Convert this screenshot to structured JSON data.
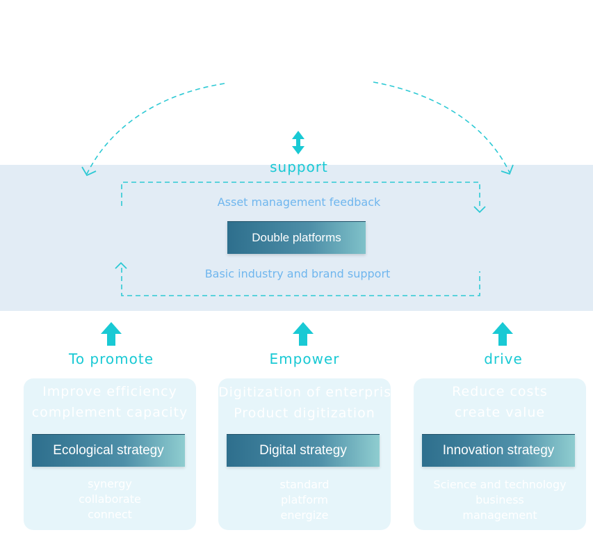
{
  "support": "support",
  "center": {
    "top_feedback": "Asset management feedback",
    "platform": "Double platforms",
    "bottom_support": "Basic industry and brand support"
  },
  "columns": [
    {
      "action": "To promote",
      "top_lines": [
        "Improve efficiency",
        "complement capacity"
      ],
      "strategy": "Ecological strategy",
      "bottom_lines": [
        "synergy",
        "collaborate",
        "connect"
      ]
    },
    {
      "action": "Empower",
      "top_lines": [
        "Digitization of enterprise",
        "Product digitization"
      ],
      "strategy": "Digital strategy",
      "bottom_lines": [
        "standard",
        "platform",
        "energize"
      ]
    },
    {
      "action": "drive",
      "top_lines": [
        "Reduce costs",
        "create value"
      ],
      "strategy": "Innovation strategy",
      "bottom_lines": [
        "Science and technology",
        "business",
        "management"
      ]
    }
  ],
  "colors": {
    "accent_teal": "#19c9d4",
    "label_blue": "#6fb6ee",
    "band_bg": "#e2ecf5",
    "card_bg": "#e6f5fa",
    "strategy_dark": "#2e6f8d"
  },
  "icons": [
    "double-arrow-icon",
    "up-arrow-icon"
  ]
}
